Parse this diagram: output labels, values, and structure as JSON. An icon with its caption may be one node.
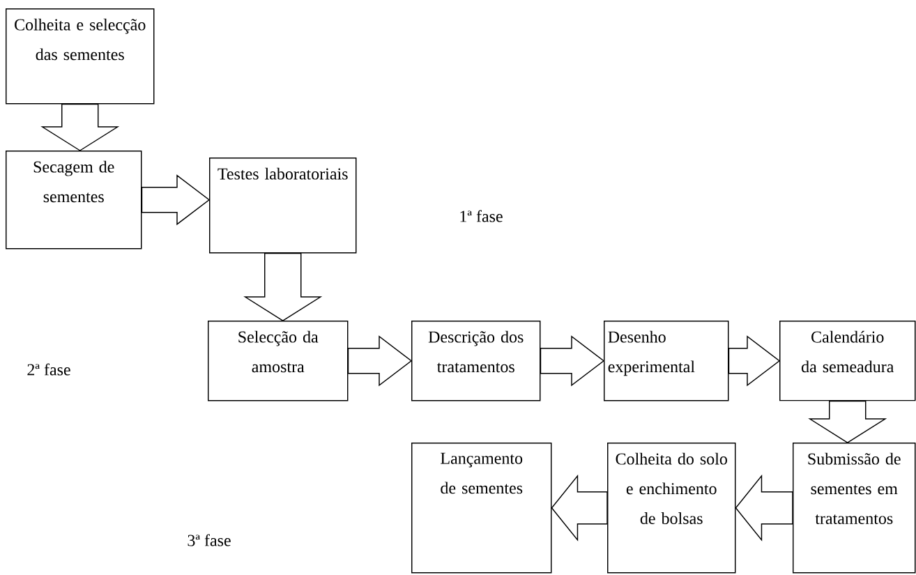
{
  "diagram": {
    "nodes": [
      {
        "text": [
          "Colheita e selecção das sementes"
        ]
      },
      {
        "text": [
          "Secagem de sementes"
        ]
      },
      {
        "text": [
          "Testes laboratoriais"
        ]
      },
      {
        "text": [
          "Selecção da amostra"
        ]
      },
      {
        "text": [
          "Descrição dos tratamentos"
        ]
      },
      {
        "text": [
          "Desenho experimental"
        ]
      },
      {
        "text": [
          "Calendário da semeadura"
        ]
      },
      {
        "text": [
          "Lançamento de sementes"
        ]
      },
      {
        "text": [
          "Colheita do solo e enchimento de bolsas"
        ]
      },
      {
        "text": [
          "Submissão de sementes em tratamentos"
        ]
      }
    ],
    "edges": [
      {
        "from": 0,
        "to": 1,
        "arrow": "to"
      },
      {
        "from": 1,
        "to": 2,
        "arrow": "to"
      },
      {
        "from": 2,
        "to": 3,
        "arrow": "to"
      },
      {
        "from": 3,
        "to": 4,
        "arrow": "to"
      },
      {
        "from": 4,
        "to": 5,
        "arrow": "to"
      },
      {
        "from": 5,
        "to": 6,
        "arrow": "to"
      },
      {
        "from": 6,
        "to": 9,
        "arrow": "to"
      },
      {
        "from": 9,
        "to": 8,
        "arrow": "to"
      },
      {
        "from": 8,
        "to": 7,
        "arrow": "to"
      }
    ],
    "labels": [
      "1ª fase",
      "2ª fase",
      "3ª fase"
    ]
  }
}
